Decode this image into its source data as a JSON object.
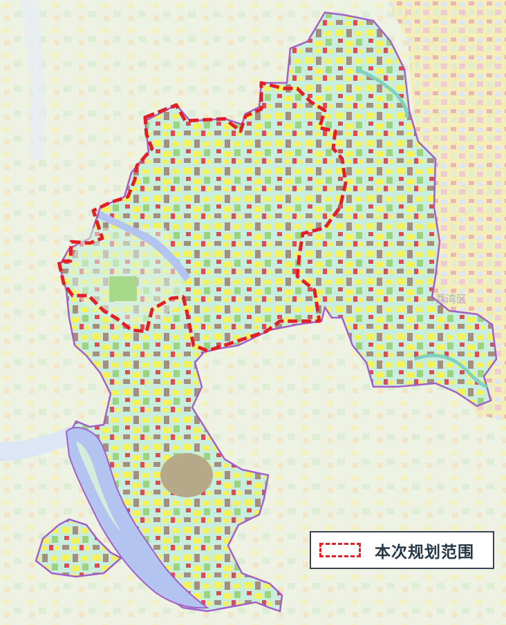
{
  "map": {
    "background_labels": [
      {
        "text": "荔湾区"
      }
    ],
    "colors": {
      "background": "#f4f6ee",
      "district_fill": "#c9eedd",
      "district_boundary": "#a25ec9",
      "water": "#b4c4f0",
      "planning_boundary": "#e21f26",
      "residential_yellow": "#f4f25a",
      "industrial_brown": "#a58f7c",
      "commercial_red": "#e24a4e",
      "green_space": "#9bd57b"
    }
  },
  "legend": {
    "label": "本次规划范围",
    "swatch_style": "red-dashed-rectangle"
  }
}
